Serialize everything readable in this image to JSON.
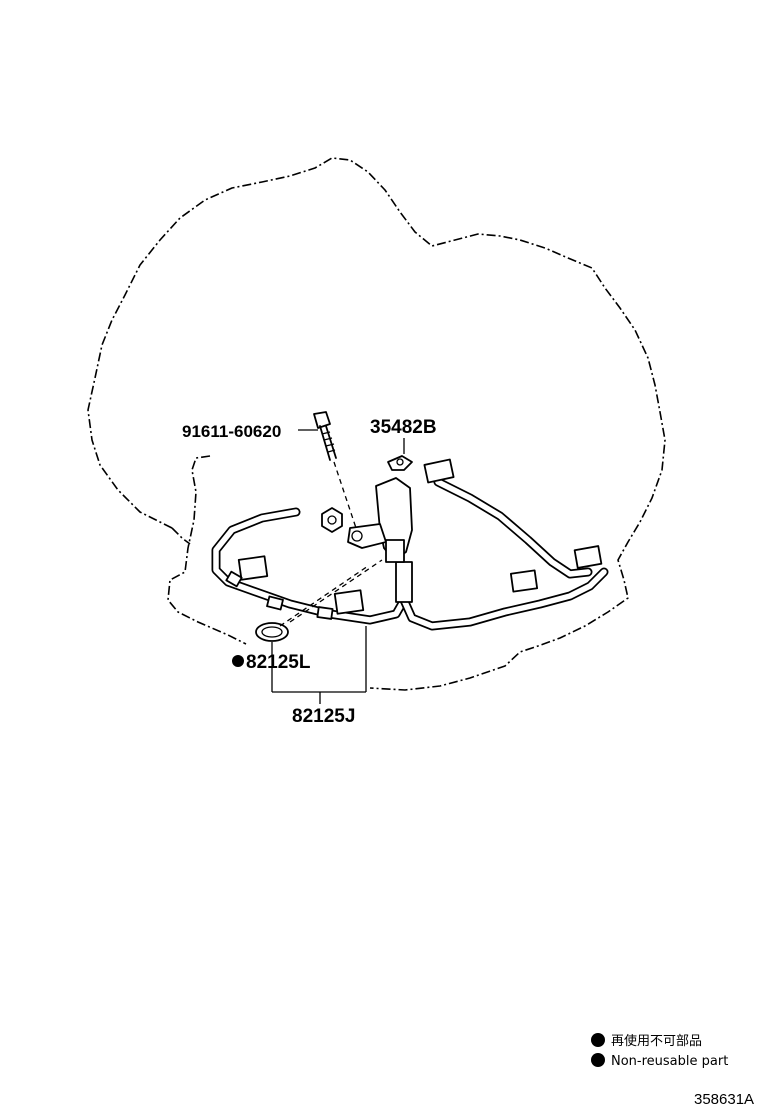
{
  "callouts": {
    "bolt": "91611-60620",
    "clamp": "35482B",
    "oring": "82125L",
    "harness": "82125J"
  },
  "legend": {
    "jp": "再使用不可部品",
    "en": "Non-reusable part"
  },
  "figure_id": "358631A",
  "icons": {
    "non_reusable_marker": "filled-circle-icon"
  },
  "colors": {
    "ink": "#000000",
    "paper": "#ffffff"
  }
}
